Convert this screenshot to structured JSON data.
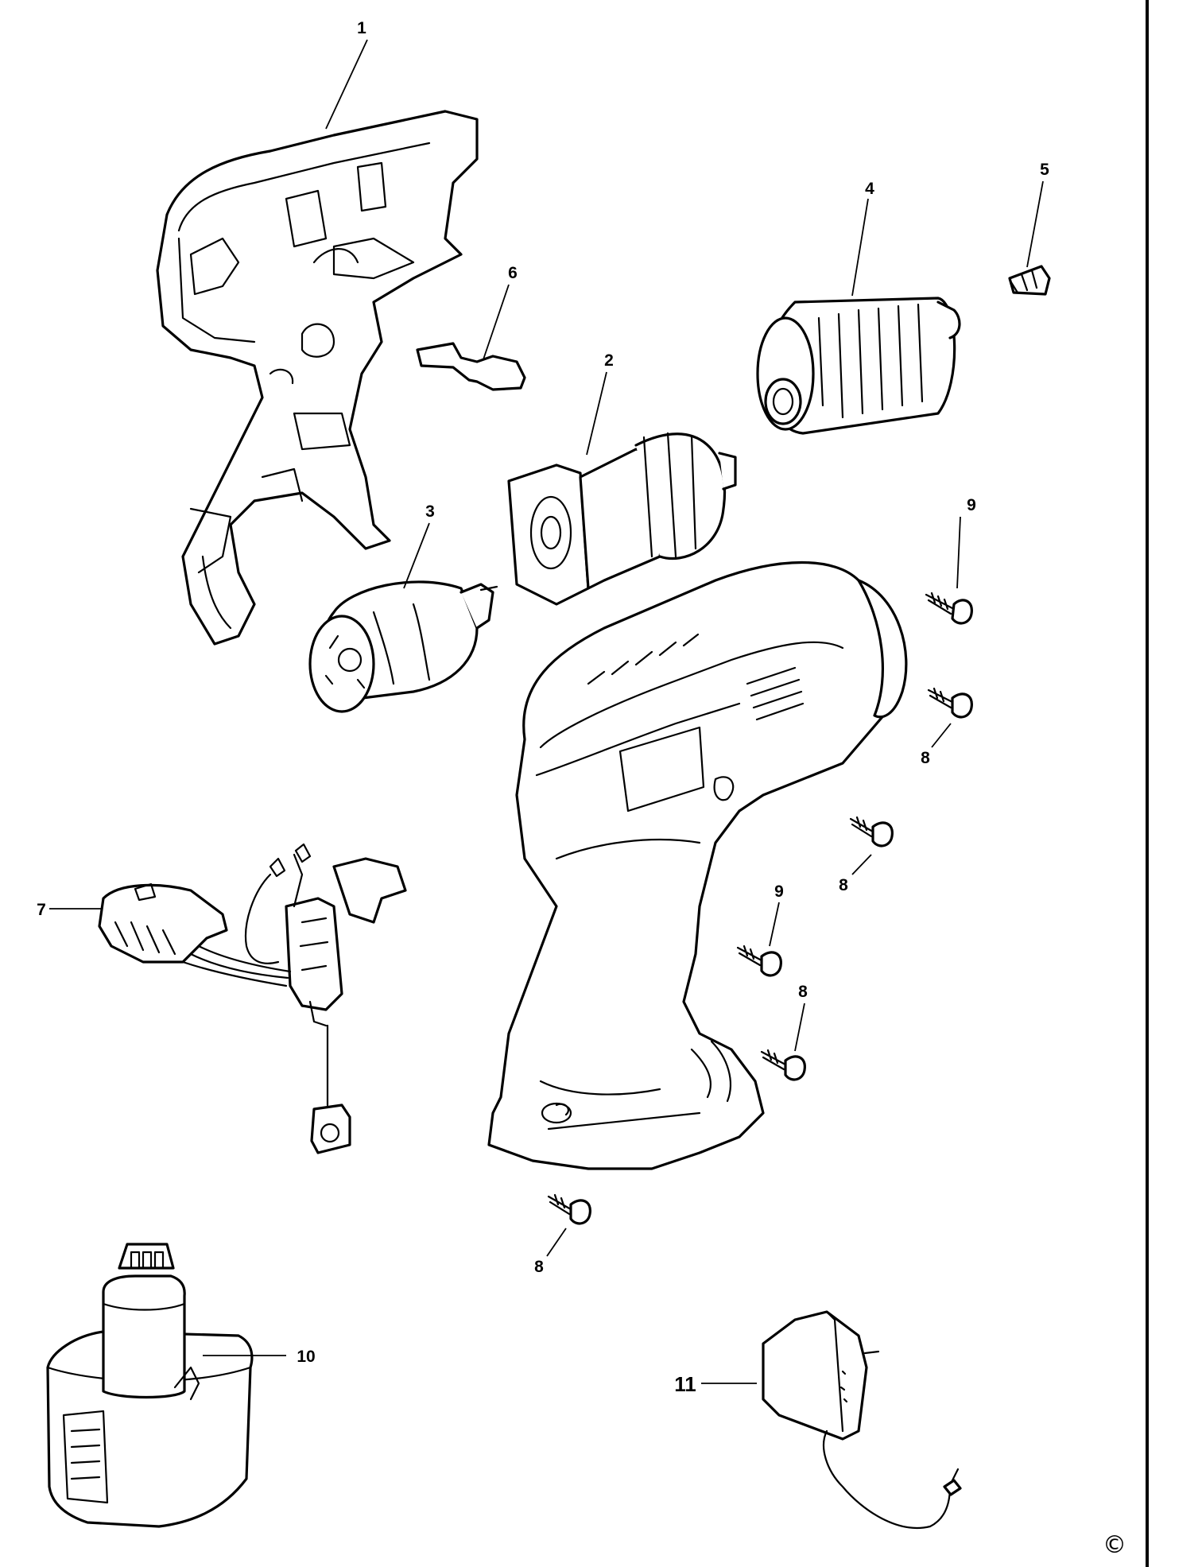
{
  "diagram": {
    "parts": [
      {
        "id": "housing",
        "label": "1"
      },
      {
        "id": "gearbox",
        "label": "2"
      },
      {
        "id": "motor",
        "label": "3"
      },
      {
        "id": "chuck",
        "label": "4"
      },
      {
        "id": "chuck-screw",
        "label": "5"
      },
      {
        "id": "forward-reverse-slider",
        "label": "6"
      },
      {
        "id": "switch-assembly",
        "label": "7"
      },
      {
        "id": "screw-a",
        "label": "8"
      },
      {
        "id": "screw-b",
        "label": "8"
      },
      {
        "id": "screw-c",
        "label": "8"
      },
      {
        "id": "screw-d",
        "label": "8"
      },
      {
        "id": "screw-e",
        "label": "9"
      },
      {
        "id": "screw-f",
        "label": "9"
      },
      {
        "id": "battery",
        "label": "10"
      },
      {
        "id": "charger",
        "label": "11"
      }
    ],
    "copyright_symbol": "©"
  }
}
